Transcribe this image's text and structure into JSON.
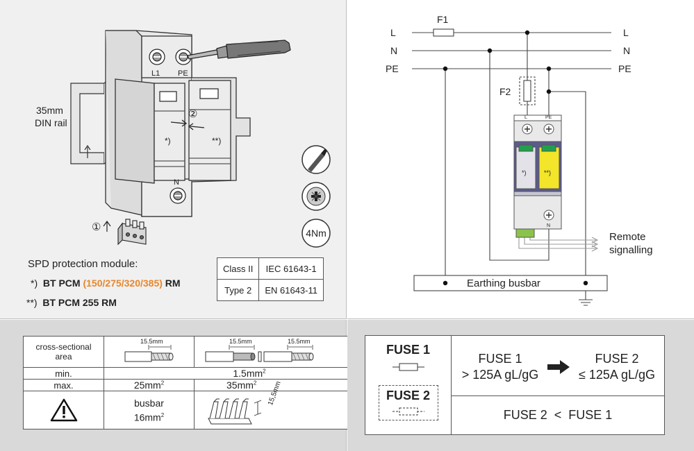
{
  "installation": {
    "din_rail_label_1": "35mm",
    "din_rail_label_2": "DIN rail",
    "terminal_l1": "L1",
    "terminal_pe": "PE",
    "terminal_n": "N",
    "step_1": "①",
    "step_2": "②",
    "module_mark_1": "*)",
    "module_mark_2": "**)",
    "torque": "4Nm"
  },
  "spd": {
    "heading": "SPD protection module:",
    "line1_prefix": "*)",
    "line1_part_a": "BT PCM",
    "line1_variants": "(150/275/320/385)",
    "line1_part_b": "RM",
    "line2_prefix": "**)",
    "line2_text": "BT PCM 255 RM",
    "accent_color": "#e8862a"
  },
  "classification": {
    "rows": [
      {
        "label": "Class II",
        "standard": "IEC 61643-1"
      },
      {
        "label": "Type 2",
        "standard": "EN 61643-11"
      }
    ]
  },
  "schematic": {
    "line_l": "L",
    "line_n": "N",
    "line_pe": "PE",
    "fuse_1": "F1",
    "fuse_2": "F2",
    "device_l": "L",
    "device_pe": "PE",
    "device_n": "N",
    "device_mark_1": "*)",
    "device_mark_2": "**)",
    "remote_1": "Remote",
    "remote_2": "signalling",
    "busbar": "Earthing busbar"
  },
  "wiring": {
    "cross_section_label": "cross-sectional area",
    "strip_length": "15.5mm",
    "min_label": "min.",
    "min_value": "1.5mm",
    "max_label": "max.",
    "max_value_1": "25mm",
    "max_value_2": "35mm",
    "unit_sup": "2",
    "busbar_label": "busbar",
    "busbar_value": "16mm",
    "busbar_strip": "15,5mm"
  },
  "fuses": {
    "fuse_1_label": "FUSE 1",
    "fuse_2_label": "FUSE 2",
    "rule_fuse_1": "FUSE 1",
    "rule_fuse_1_value": "> 125A gL/gG",
    "rule_fuse_2": "FUSE 2",
    "rule_fuse_2_value": "≤ 125A gL/gG",
    "relation": "FUSE 2  <  FUSE 1"
  }
}
